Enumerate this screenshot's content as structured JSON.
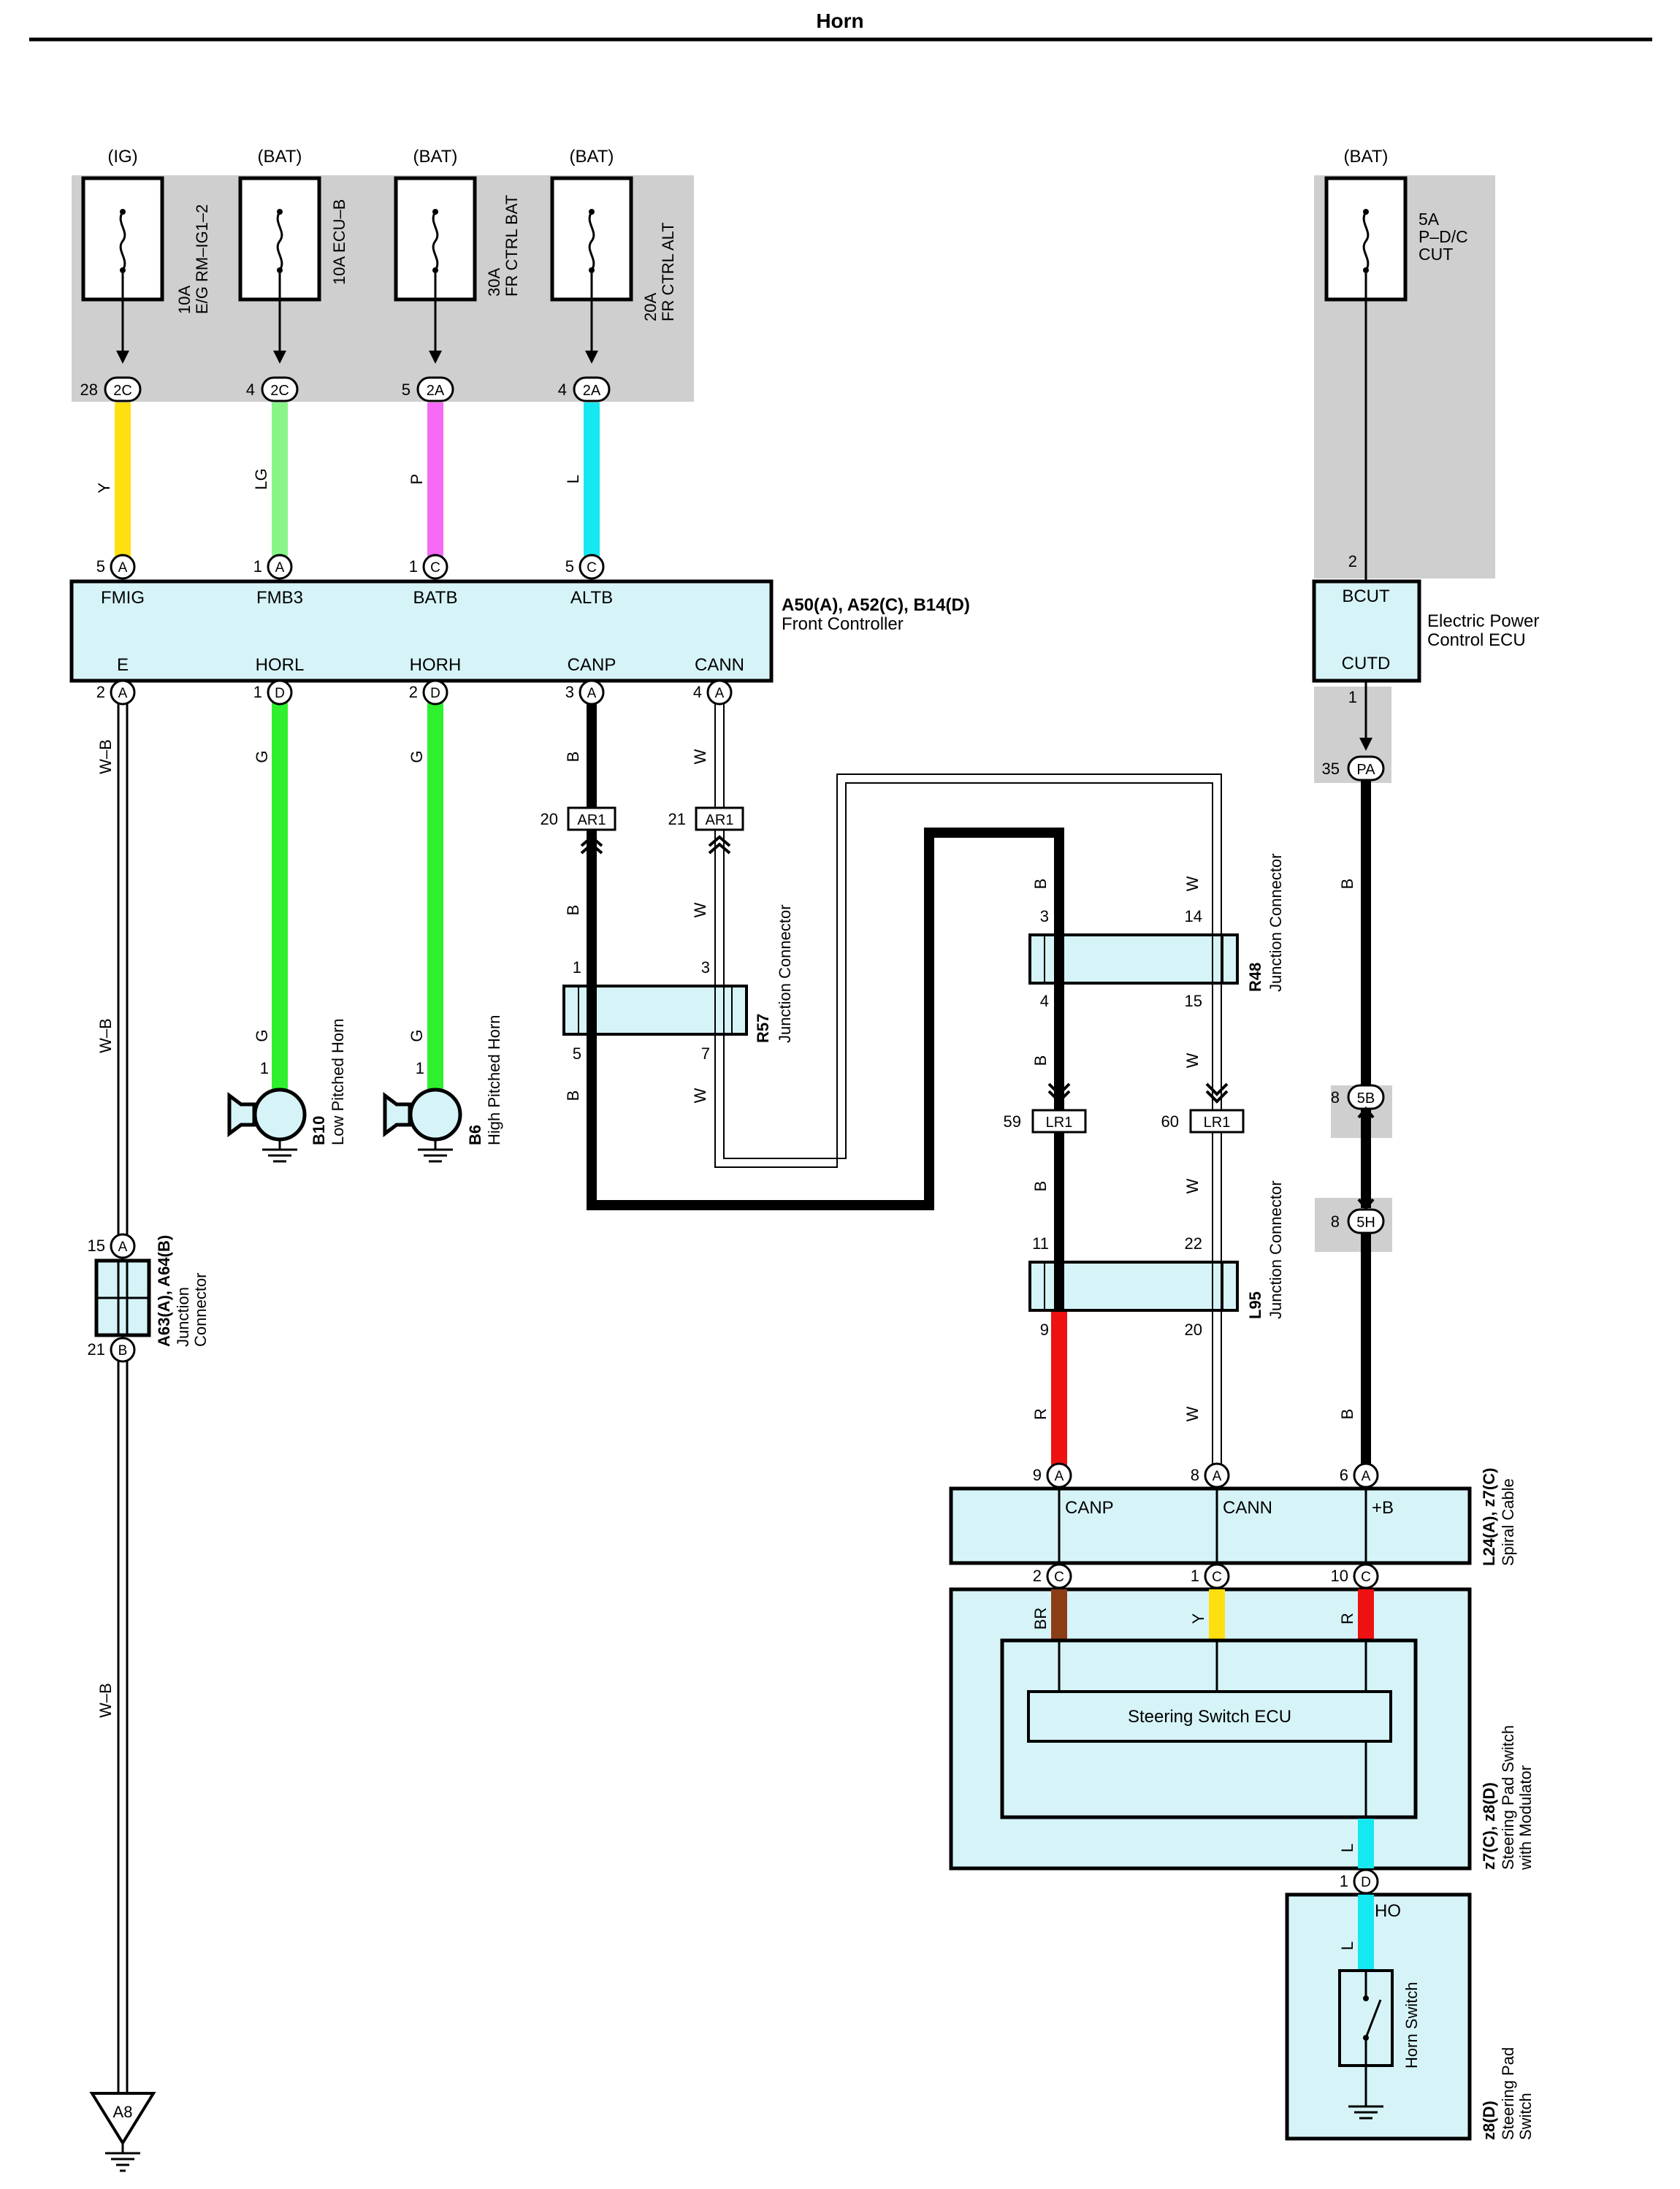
{
  "title": "Horn",
  "colors": {
    "shade": "#cfcfcf",
    "box": "#d6f4f8",
    "Y": "#ffdf10",
    "LG": "#88f588",
    "P": "#f66af6",
    "L": "#15e8f0",
    "G": "#2ef02e",
    "B": "#000000",
    "W": "#ffffff",
    "R": "#ee1111",
    "BR": "#8b3e16",
    "WB": "#ffffff"
  },
  "fuses": {
    "ig_rm": {
      "source": "(IG)",
      "amp": "10A",
      "name": "E/G RM–IG1–2",
      "pin": "28",
      "conn": "2C"
    },
    "ecu_b": {
      "source": "(BAT)",
      "name": "10A ECU–B",
      "pin": "4",
      "conn": "2C"
    },
    "fr_bat": {
      "source": "(BAT)",
      "amp": "30A",
      "name": "FR CTRL BAT",
      "pin": "5",
      "conn": "2A"
    },
    "fr_alt": {
      "source": "(BAT)",
      "amp": "20A",
      "name": "FR CTRL ALT",
      "pin": "4",
      "conn": "2A"
    },
    "pdc": {
      "source": "(BAT)",
      "amp": "5A",
      "name1": "P–D/C",
      "name2": "CUT",
      "pin": "2"
    }
  },
  "front_controller": {
    "id": "A50(A), A52(C), B14(D)",
    "name": "Front Controller",
    "top_pins": [
      {
        "label": "FMIG",
        "pin": "5",
        "conn": "A",
        "wire": "Y"
      },
      {
        "label": "FMB3",
        "pin": "1",
        "conn": "A",
        "wire": "LG"
      },
      {
        "label": "BATB",
        "pin": "1",
        "conn": "C",
        "wire": "P"
      },
      {
        "label": "ALTB",
        "pin": "5",
        "conn": "C",
        "wire": "L"
      }
    ],
    "bottom_pins": [
      {
        "label": "E",
        "pin": "2",
        "conn": "A"
      },
      {
        "label": "HORL",
        "pin": "1",
        "conn": "D"
      },
      {
        "label": "HORH",
        "pin": "2",
        "conn": "D"
      },
      {
        "label": "CANP",
        "pin": "3",
        "conn": "A"
      },
      {
        "label": "CANN",
        "pin": "4",
        "conn": "A"
      }
    ]
  },
  "epc_ecu": {
    "top_label": "BCUT",
    "bottom_label": "CUTD",
    "name1": "Electric Power",
    "name2": "Control ECU",
    "pin_out": "1",
    "pa_pin": "35",
    "pa": "PA",
    "wire": "B"
  },
  "horns": {
    "low": {
      "id": "B10",
      "name": "Low Pitched Horn",
      "pin": "1",
      "wire": "G"
    },
    "high": {
      "id": "B6",
      "name": "High Pitched Horn",
      "pin": "1",
      "wire": "G"
    }
  },
  "ar1": {
    "pin_b": "20",
    "pin_w": "21",
    "name": "AR1",
    "wire_b": "B",
    "wire_w": "W"
  },
  "r57": {
    "id": "R57",
    "name": "Junction Connector",
    "pins": [
      "1",
      "3",
      "5",
      "7"
    ]
  },
  "r48": {
    "id": "R48",
    "name": "Junction Connector",
    "pins": [
      "3",
      "14",
      "4",
      "15"
    ]
  },
  "lr1": {
    "pin_b": "59",
    "pin_w": "60",
    "name": "LR1"
  },
  "l95": {
    "id": "L95",
    "name": "Junction Connector",
    "pins": [
      "11",
      "22",
      "9",
      "20"
    ]
  },
  "a63": {
    "id": "A63(A), A64(B)",
    "name1": "Junction",
    "name2": "Connector",
    "pin_a": "15",
    "conn_a": "A",
    "pin_b": "21",
    "conn_b": "B",
    "wire": "W–B"
  },
  "ground": {
    "id": "A8"
  },
  "conn_5b": {
    "pin": "8",
    "conn": "5B"
  },
  "conn_5h": {
    "pin": "8",
    "conn": "5H"
  },
  "spiral": {
    "id": "L24(A), z7(C)",
    "name": "Spiral Cable",
    "top_pins": [
      {
        "label": "CANP",
        "pin": "9",
        "conn": "A"
      },
      {
        "label": "CANN",
        "pin": "8",
        "conn": "A"
      },
      {
        "label": "+B",
        "pin": "6",
        "conn": "A"
      }
    ],
    "bottom_pins": [
      {
        "pin": "2",
        "conn": "C",
        "wire": "BR"
      },
      {
        "pin": "1",
        "conn": "C",
        "wire": "Y"
      },
      {
        "pin": "10",
        "conn": "C",
        "wire": "R"
      }
    ]
  },
  "steering_module": {
    "id": "z7(C), z8(D)",
    "name1": "Steering Pad Switch",
    "name2": "with Modulator",
    "ecu": "Steering Switch ECU",
    "wire": "L",
    "pin": "1",
    "conn": "D"
  },
  "steering_pad": {
    "id": "z8(D)",
    "name1": "Steering Pad",
    "name2": "Switch",
    "terminal": "HO",
    "switch": "Horn Switch",
    "wire": "L"
  }
}
